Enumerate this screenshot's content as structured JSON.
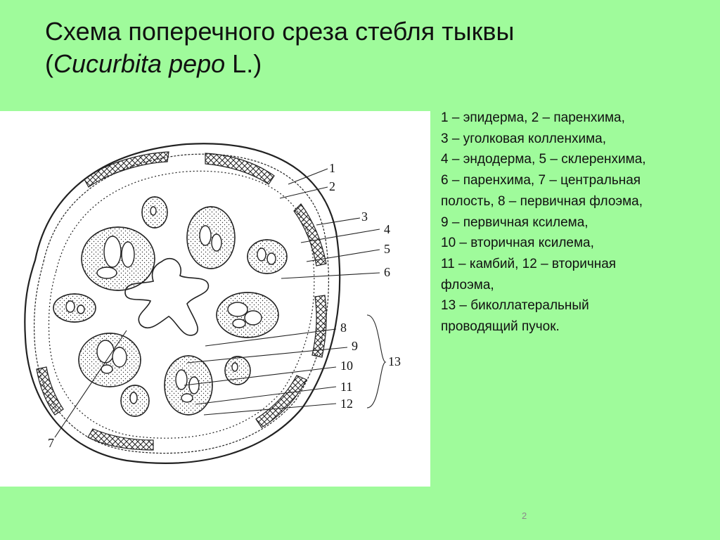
{
  "slide": {
    "title_line1": "Схема  поперечного среза стебля тыквы",
    "title_line2_prefix": "(",
    "title_line2_italic": "Cucurbita pepo",
    "title_line2_suffix": " L.)",
    "page_number": "2",
    "background_color": "#9ffb9b"
  },
  "legend_lines": [
    "1 – эпидерма, 2 – паренхима,",
    "3 – уголковая колленхима,",
    "4 – эндодерма, 5 – склеренхима,",
    "6 – паренхима, 7 – центральная",
    "полость, 8 – первичная флоэма,",
    "9 – первичная ксилема,",
    "10 – вторичная ксилема,",
    "11 – камбий, 12 – вторичная",
    "флоэма,",
    "13 – биколлатеральный",
    "проводящий  пучок."
  ],
  "diagram_labels": [
    "1",
    "2",
    "3",
    "4",
    "5",
    "6",
    "7",
    "8",
    "9",
    "10",
    "11",
    "12",
    "13"
  ]
}
